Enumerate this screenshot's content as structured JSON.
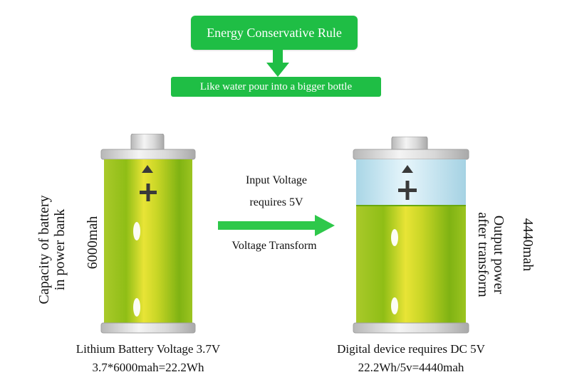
{
  "flow": {
    "rule": "Energy Conservative Rule",
    "analogy": "Like water pour into a bigger bottle"
  },
  "transfer": {
    "line1": "Input Voltage",
    "line2": "requires 5V",
    "line3": "Voltage Transform"
  },
  "left_battery": {
    "capacity_value": "6000mah",
    "side_label_line1": "Capacity of battery",
    "side_label_line2": "in power bank",
    "caption_line1": "Lithium Battery Voltage 3.7V",
    "caption_line2": "3.7*6000mah=22.2Wh",
    "fill_fraction": 1.0
  },
  "right_battery": {
    "capacity_value": "4440mah",
    "side_label_line1": "Output power",
    "side_label_line2": "after transform",
    "caption_line1": "Digital device requires DC 5V",
    "caption_line2": "22.2Wh/5v=4440mah",
    "fill_fraction": 0.74
  },
  "colors": {
    "green_box": "#1fbe45",
    "arrow_green": "#2ec84a",
    "battery_green": "#8fc21a",
    "battery_empty": "#bfe3f0"
  },
  "icons": {
    "down_arrow": "down-arrow-icon",
    "right_arrow": "right-arrow-icon",
    "plus": "plus-icon",
    "triangle": "triangle-up-icon"
  }
}
